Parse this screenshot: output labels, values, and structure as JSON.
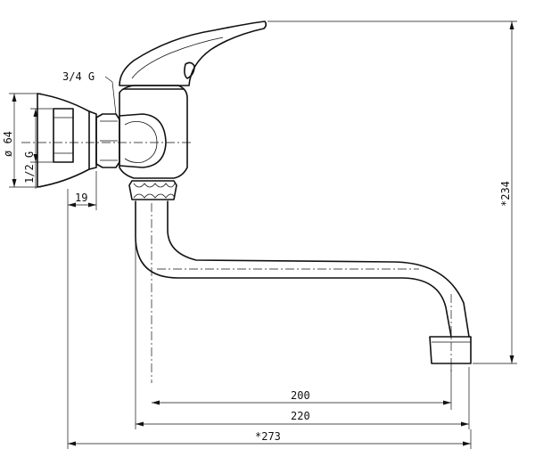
{
  "dimensions": {
    "thread_outlet": "3/4 G",
    "flange_diameter": "ø 64",
    "thread_inlet": "1/2 G",
    "wall_offset": "19",
    "height_total": "*234",
    "spout_reach_200": "200",
    "spout_reach_220": "220",
    "total_length": "*273"
  }
}
